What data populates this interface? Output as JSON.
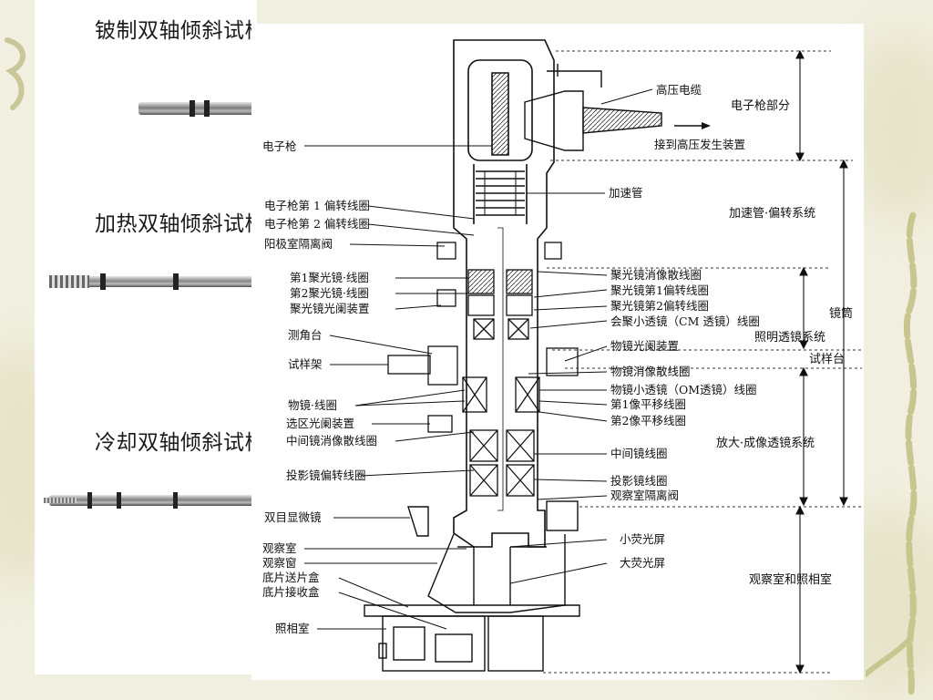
{
  "slide": {
    "headings": [
      "铍制双轴倾斜试样架",
      "加热双轴倾斜试样架",
      "冷却双轴倾斜试样架"
    ]
  },
  "figure": {
    "left_labels": [
      "电子枪",
      "电子枪第 1 偏转线圈",
      "电子枪第 2 偏转线圈",
      "阳极室隔离阀",
      "第1聚光镜·线圈",
      "第2聚光镜·线圈",
      "聚光镜光阑装置",
      "测角台",
      "试样架",
      "物镜·线圈",
      "选区光阑装置",
      "中间镜消像散线圈",
      "投影镜偏转线圈",
      "双目显微镜",
      "观察室",
      "观察窗",
      "底片送片盒",
      "底片接收盒",
      "照相室"
    ],
    "right_labels": [
      "高压电缆",
      "接到高压发生装置",
      "加速管",
      "聚光镜消像散线圈",
      "聚光镜第1偏转线圈",
      "聚光镜第2偏转线圈",
      "会聚小透镜（CM 透镜）线圈",
      "物镜光阑装置",
      "物镜消像散线圈",
      "物镜小透镜（OM透镜）线圈",
      "第1像平移线圈",
      "第2像平移线圈",
      "中间镜线圈",
      "投影镜线圈",
      "观察室隔离阀",
      "小荧光屏",
      "大荧光屏"
    ],
    "sections": [
      "电子枪部分",
      "加速管·偏转系统",
      "镜筒",
      "照明透镜系统",
      "试样台",
      "放大·成像透镜系统",
      "观察室和照相室"
    ]
  }
}
